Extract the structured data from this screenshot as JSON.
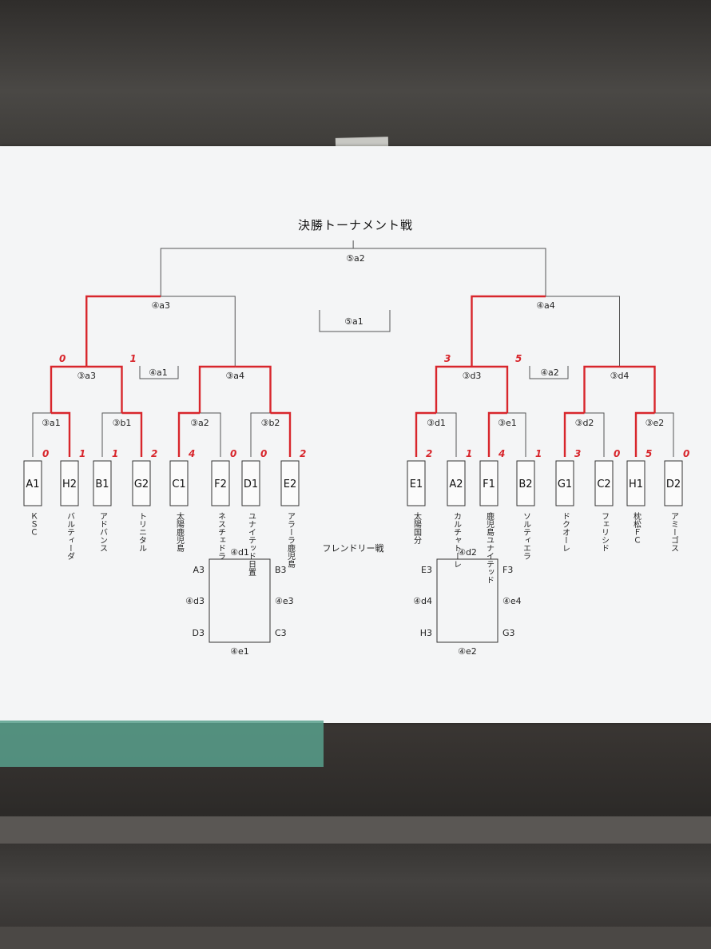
{
  "title": "決勝トーナメント戦",
  "friendly_title": "フレンドリー戦",
  "colors": {
    "line": "#555555",
    "winner": "#d8262c",
    "score": "#d8262c"
  },
  "final": {
    "label": "⑤a2"
  },
  "third_place": {
    "label": "⑤a1"
  },
  "placement_left": {
    "label": "④a1"
  },
  "placement_right": {
    "label": "④a2"
  },
  "semis": [
    {
      "label": "④a3"
    },
    {
      "label": "④a4"
    }
  ],
  "quarters": [
    {
      "label": "③a3",
      "scores": [
        "0",
        "1"
      ]
    },
    {
      "label": "③a4",
      "scores": [
        "",
        ""
      ]
    },
    {
      "label": "③d3",
      "scores": [
        "3",
        "5"
      ]
    },
    {
      "label": "③d4",
      "scores": [
        "",
        ""
      ]
    }
  ],
  "round1": [
    {
      "label": "③a1"
    },
    {
      "label": "③b1"
    },
    {
      "label": "③a2"
    },
    {
      "label": "③b2"
    },
    {
      "label": "③d1"
    },
    {
      "label": "③e1"
    },
    {
      "label": "③d2"
    },
    {
      "label": "③e2"
    }
  ],
  "teams": [
    {
      "code": "A1",
      "name": "ＫＳＣ",
      "score": "0"
    },
    {
      "code": "H2",
      "name": "バルティーダ",
      "score": "1"
    },
    {
      "code": "B1",
      "name": "アドバンス",
      "score": "1"
    },
    {
      "code": "G2",
      "name": "トリニタル",
      "score": "2"
    },
    {
      "code": "C1",
      "name": "太陽鹿児島",
      "score": "4"
    },
    {
      "code": "F2",
      "name": "ネスチェドラ",
      "score": "0"
    },
    {
      "code": "D1",
      "name": "ユナイテッド日置",
      "score": "0"
    },
    {
      "code": "E2",
      "name": "アラーラ鹿児島",
      "score": "2"
    },
    {
      "code": "E1",
      "name": "太陽国分",
      "score": "2"
    },
    {
      "code": "A2",
      "name": "カルチャトーレ",
      "score": "1"
    },
    {
      "code": "F1",
      "name": "鹿児島ユナイテッド",
      "score": "4"
    },
    {
      "code": "B2",
      "name": "ソルティエラ",
      "score": "1"
    },
    {
      "code": "G1",
      "name": "ドクオーレ",
      "score": "3"
    },
    {
      "code": "C2",
      "name": "フェリシド",
      "score": "0"
    },
    {
      "code": "H1",
      "name": "枕松ＦＣ",
      "score": "5"
    },
    {
      "code": "D2",
      "name": "アミーゴス",
      "score": "0"
    }
  ],
  "friendly": [
    {
      "top": "④d1",
      "bottom": "④e1",
      "left": [
        "A3",
        "④d3",
        "D3"
      ],
      "right": [
        "B3",
        "④e3",
        "C3"
      ]
    },
    {
      "top": "④d2",
      "bottom": "④e2",
      "left": [
        "E3",
        "④d4",
        "H3"
      ],
      "right": [
        "F3",
        "④e4",
        "G3"
      ]
    }
  ]
}
